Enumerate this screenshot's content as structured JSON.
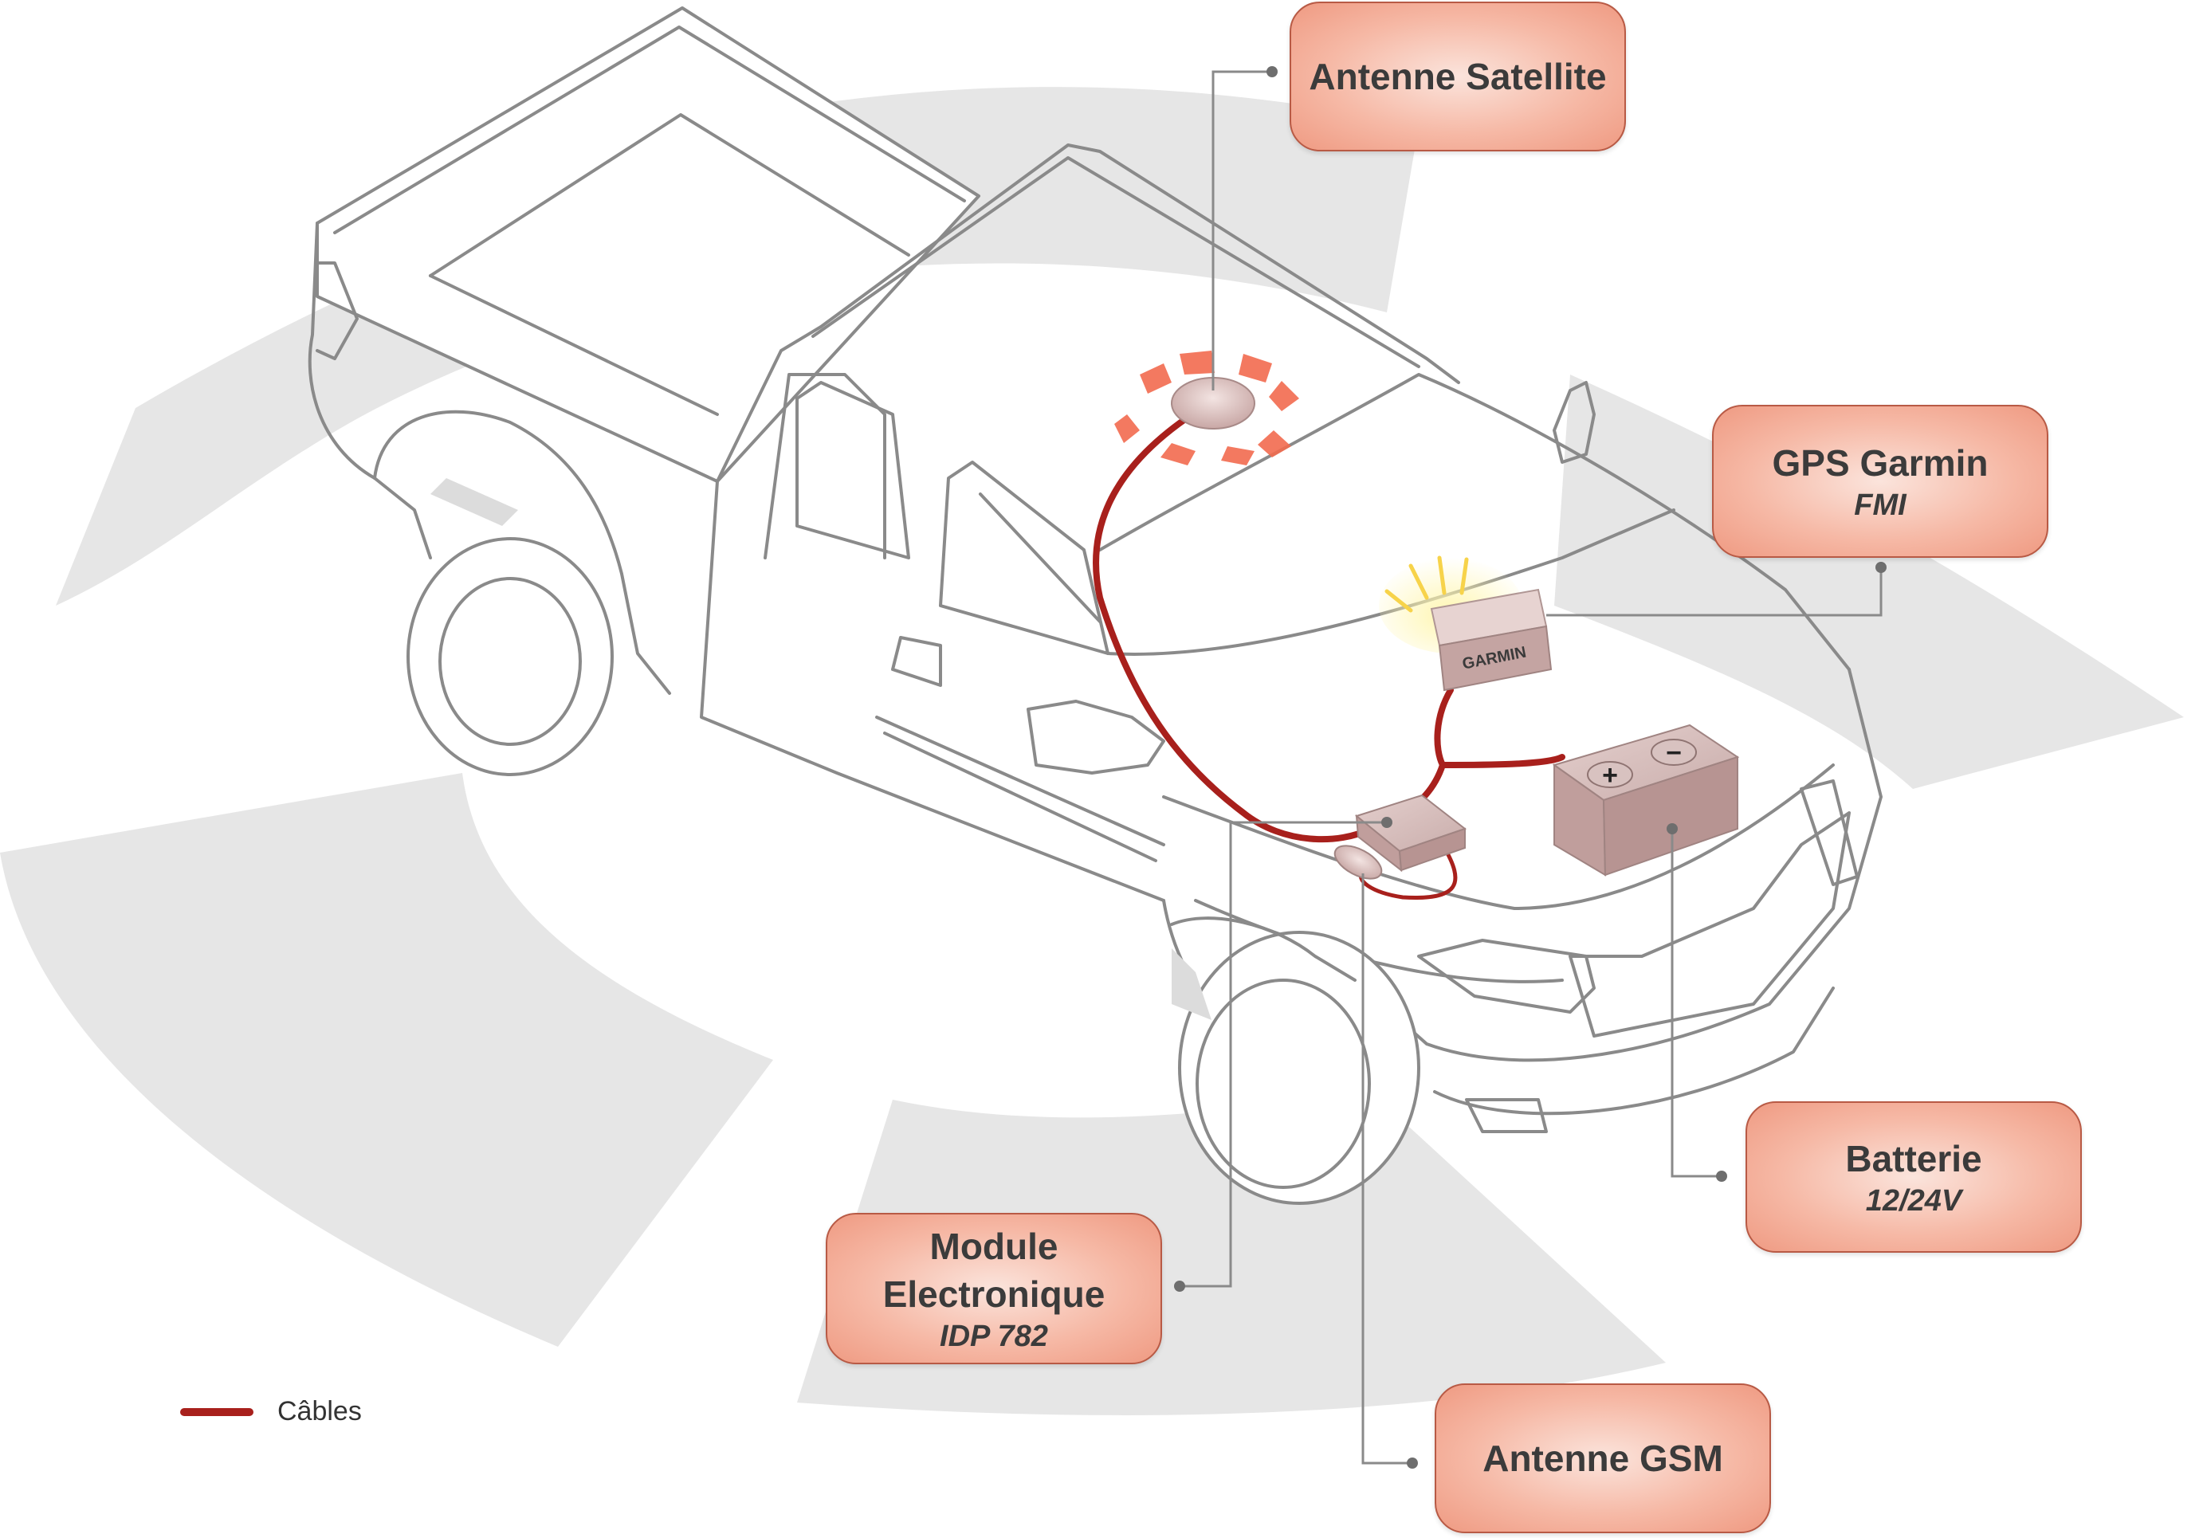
{
  "callouts": {
    "satellite": {
      "title": "Antenne Satellite"
    },
    "gps": {
      "title": "GPS Garmin",
      "subtitle": "FMI"
    },
    "battery": {
      "title": "Batterie",
      "subtitle": "12/24V"
    },
    "module": {
      "title_line1": "Module",
      "title_line2": "Electronique",
      "subtitle": "IDP 782"
    },
    "gsm": {
      "title": "Antenne GSM"
    }
  },
  "devices": {
    "garmin_label": "GARMIN",
    "battery_plus": "+",
    "battery_minus": "−"
  },
  "legend": {
    "label": "Câbles"
  },
  "colors": {
    "cable": "#a8201c",
    "callout_fill": "#f6b9a6",
    "callout_border": "#b85a45",
    "leader_line": "#777777",
    "truck_outline": "#8a8a8a",
    "background_ring": "#e6e6e6",
    "signal_rings": "#f26b4f"
  },
  "icons": [
    "satellite-antenna-icon",
    "gps-device-icon",
    "battery-icon",
    "electronic-module-icon",
    "gsm-antenna-icon",
    "signal-glow-icon"
  ]
}
